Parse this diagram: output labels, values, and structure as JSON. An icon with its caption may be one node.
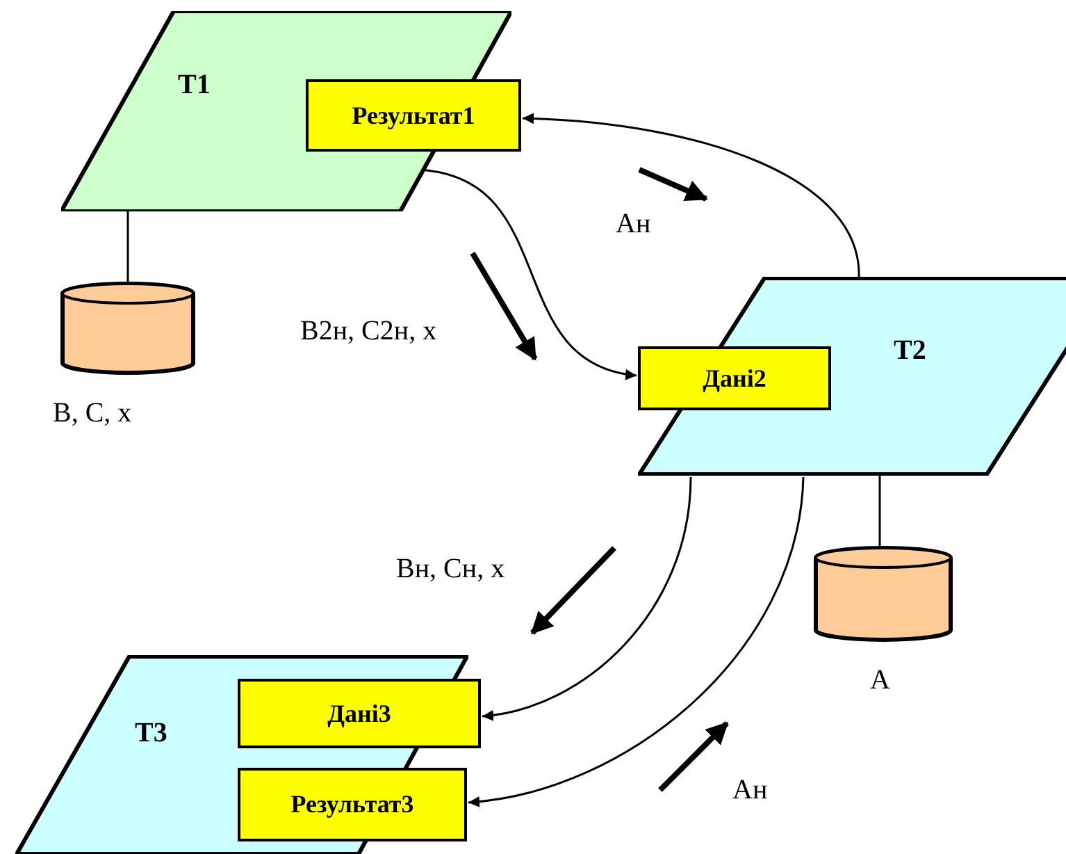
{
  "diagram": {
    "nodes": [
      {
        "text": [
          "T1"
        ]
      },
      {
        "text": [
          "Результат1"
        ],
        "in": 0
      },
      {
        "text": [],
        "shape": "cylinder",
        "beside": [
          "B, C, x"
        ]
      },
      {
        "text": [
          "T2"
        ]
      },
      {
        "text": [
          "Дані2"
        ],
        "in": 3
      },
      {
        "text": [],
        "shape": "cylinder",
        "beside": [
          "A"
        ]
      },
      {
        "text": [
          "T3"
        ]
      },
      {
        "text": [
          "Дані3"
        ],
        "in": 6
      },
      {
        "text": [
          "Результат3"
        ],
        "in": 6
      }
    ],
    "edges": [
      {
        "from": 0,
        "to": 2,
        "arrow": "none"
      },
      {
        "from": 3,
        "to": 1,
        "arrow": "to"
      },
      {
        "from": 0,
        "to": 4,
        "arrow": "to"
      },
      {
        "from": 3,
        "to": 5,
        "arrow": "none"
      },
      {
        "from": 3,
        "to": 7,
        "arrow": "to"
      },
      {
        "from": 3,
        "to": 8,
        "arrow": "to"
      }
    ],
    "labels": [
      "Ан",
      "В2н, С2н, х",
      "Вн, Сн, х",
      "Ан"
    ]
  }
}
